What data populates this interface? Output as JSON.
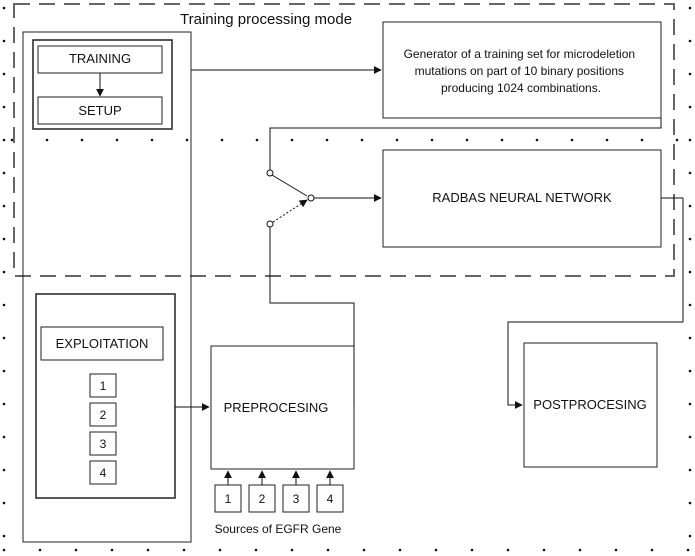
{
  "diagram": {
    "training_mode_label": "Training processing mode",
    "training_label": "TRAINING",
    "setup_label": "SETUP",
    "generator_lines": [
      "Generator of a training set for microdeletion",
      "mutations on part of 10 binary positions",
      "producing 1024 combinations."
    ],
    "radbas_label": "RADBAS NEURAL NETWORK",
    "exploitation_label": "EXPLOITATION",
    "exploitation_items": [
      "1",
      "2",
      "3",
      "4"
    ],
    "preprocessing_label": "PREPROCESING",
    "postprocessing_label": "POSTPROCESING",
    "sources_label": "Sources of EGFR Gene",
    "source_items": [
      "1",
      "2",
      "3",
      "4"
    ]
  }
}
